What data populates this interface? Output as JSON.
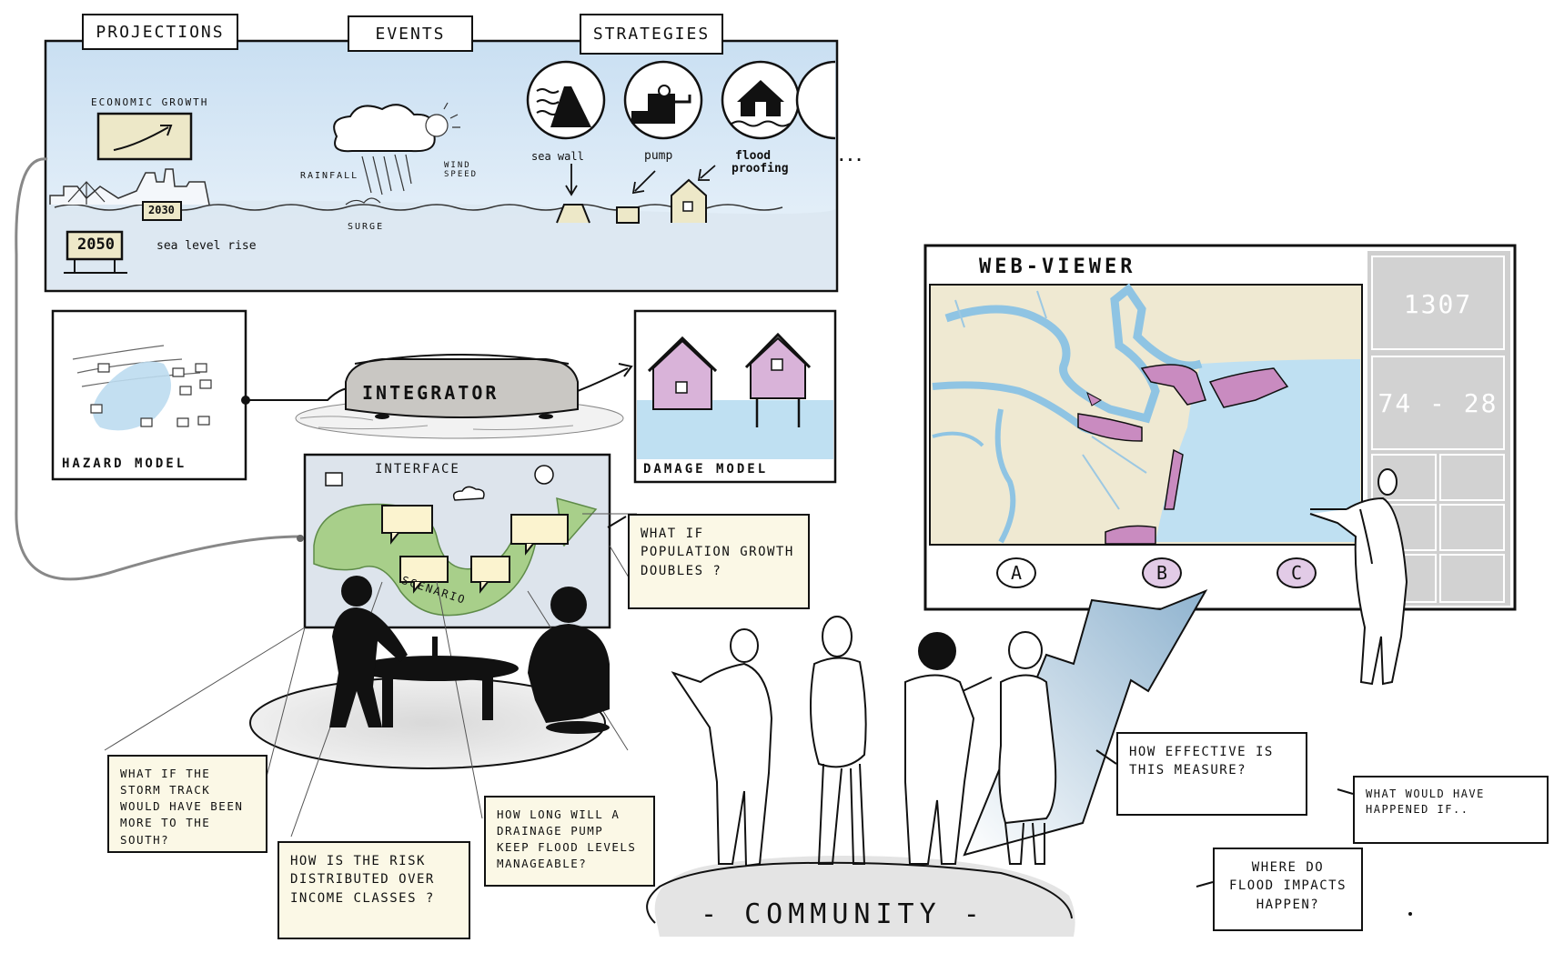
{
  "tabs": {
    "projections": "Projections",
    "events": "Events",
    "strategies": "Strategies"
  },
  "top_panel": {
    "economic_growth": "Economic growth",
    "year_2030": "2030",
    "year_2050": "2050",
    "sea_level_rise": "sea level rise",
    "rainfall": "Rainfall",
    "wind_speed_1": "Wind",
    "wind_speed_2": "Speed",
    "surge": "Surge",
    "ellipsis": "...",
    "strategies": {
      "sea_wall": "sea wall",
      "pump": "pump",
      "flood_proofing_1": "flood",
      "flood_proofing_2": "proofing"
    }
  },
  "models": {
    "hazard": "Hazard model",
    "integrator": "Integrator",
    "damage": "Damage model"
  },
  "interface": {
    "title": "Interface",
    "scenario": "Scenario"
  },
  "web_viewer": {
    "title": "Web-viewer",
    "stat_1": "1307",
    "stat_2": "74 - 28",
    "buttons": [
      "A",
      "B",
      "C"
    ]
  },
  "community": "- Community -",
  "notes": {
    "population": "What if population growth doubles ?",
    "storm_track": "What if the storm track would have been more to the south?",
    "risk": "How is the risk distributed over income classes ?",
    "pump": "How long will a drainage pump keep flood levels manageable?",
    "measure": "How effective is this measure?",
    "would_have": "What would have happened if..",
    "impacts": "Where do flood impacts happen?"
  },
  "colors": {
    "sky": "#d6e6f5",
    "water": "#bfe0f2",
    "land": "#efe9d2",
    "flood_pink": "#c98bc0",
    "scenario_green": "#9cc680",
    "sidebar_gray": "#cfcfcf",
    "note_yellow": "#fbf8e6",
    "arrow_blue": "#a9c7dd"
  }
}
